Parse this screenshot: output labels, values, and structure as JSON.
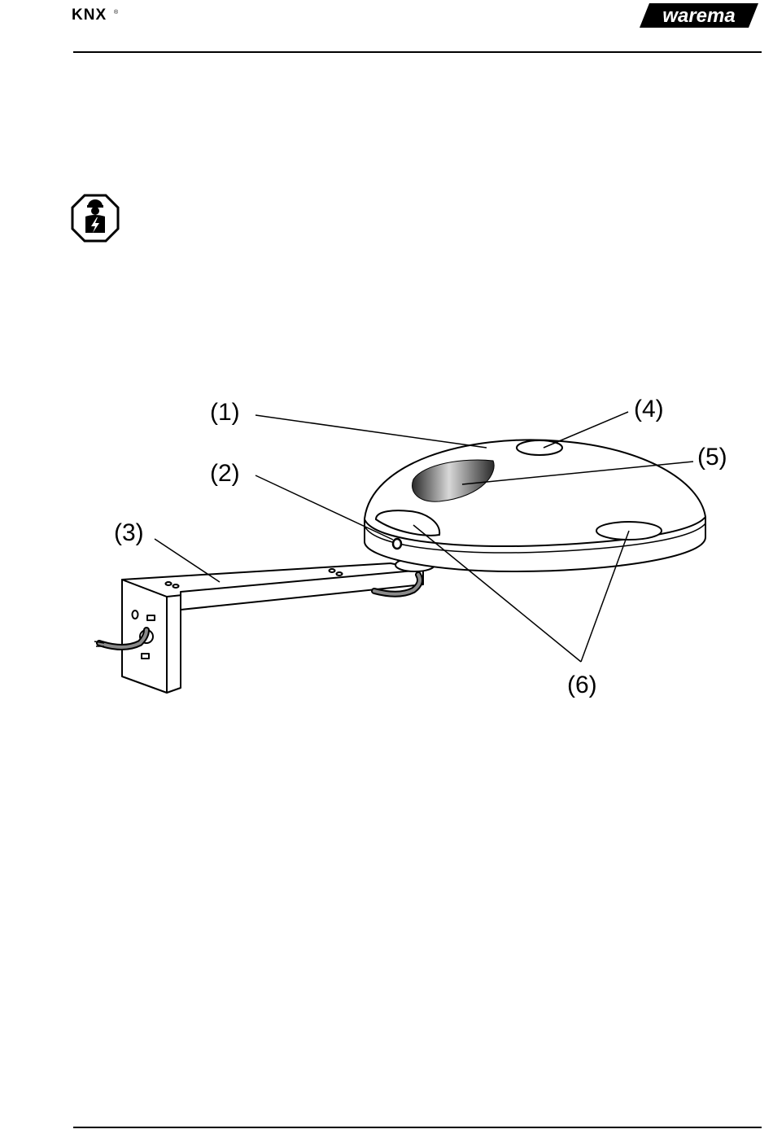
{
  "header": {
    "knx_logo_text": "KNX",
    "knx_registered_mark": "®",
    "brand_logo_text": "warema"
  },
  "figure": {
    "callouts": [
      "(1)",
      "(2)",
      "(3)",
      "(4)",
      "(5)",
      "(6)"
    ]
  }
}
